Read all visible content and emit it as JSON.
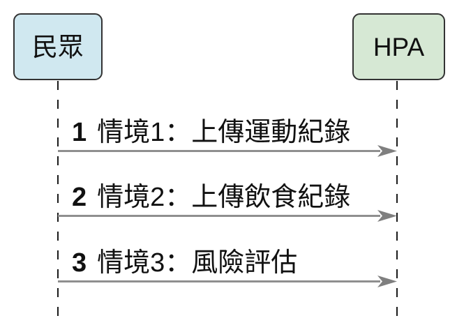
{
  "diagram": {
    "type": "sequence-diagram",
    "left_actor": {
      "label": "民眾",
      "fill": "#d0e8f0"
    },
    "right_actor": {
      "label": "HPA",
      "fill": "#d6e8d4"
    },
    "messages": [
      {
        "number": "1",
        "label": "情境1：上傳運動紀錄"
      },
      {
        "number": "2",
        "label": "情境2：上傳飲食紀錄"
      },
      {
        "number": "3",
        "label": "情境3：風險評估"
      }
    ],
    "colors": {
      "actor_border": "#333333",
      "lifeline": "#1a1a1a",
      "arrow_line": "#8f8f8f",
      "arrow_head": "#7f7f7f",
      "text": "#111111",
      "background": "#ffffff"
    }
  }
}
